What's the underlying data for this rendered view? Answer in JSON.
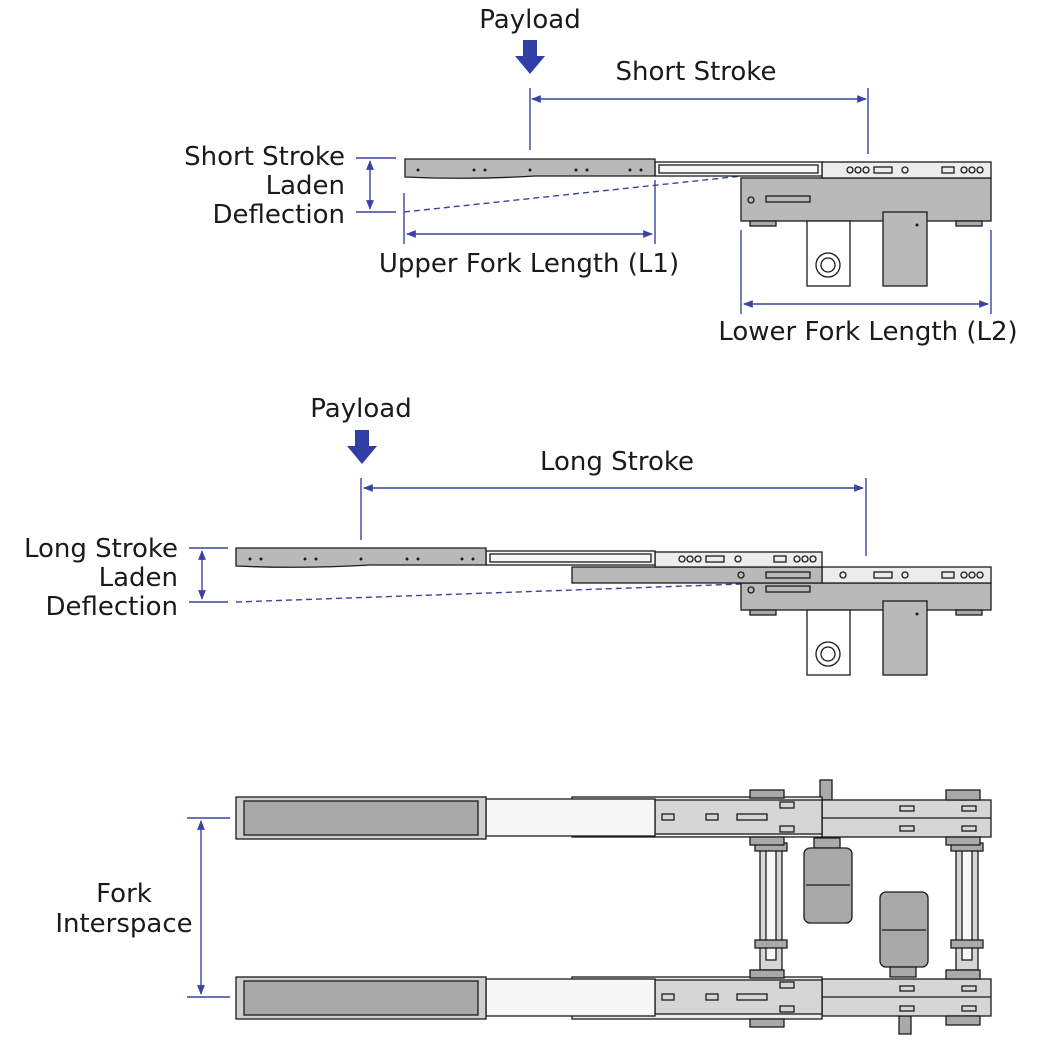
{
  "colors": {
    "dimension": "#3a44a0",
    "arrow": "#2f3fa6",
    "metal_dark": "#b9b9b9",
    "metal_mid": "#d6d6d6",
    "metal_light": "#ececec",
    "slide_white": "#f7f7f7",
    "outline": "#1b1b1b",
    "pad": "#a9a9a9"
  },
  "short_stroke": {
    "payload_label": "Payload",
    "stroke_label": "Short Stroke",
    "deflection_label": [
      "Short Stroke",
      "Laden",
      "Deflection"
    ],
    "upper_length_label": "Upper Fork Length (L1)",
    "lower_length_label": "Lower Fork Length (L2)"
  },
  "long_stroke": {
    "payload_label": "Payload",
    "stroke_label": "Long Stroke",
    "deflection_label": [
      "Long Stroke",
      "Laden",
      "Deflection"
    ]
  },
  "top_view": {
    "interspace_label": [
      "Fork",
      "Interspace"
    ]
  },
  "icons": {
    "payload": "down-arrow-icon"
  }
}
